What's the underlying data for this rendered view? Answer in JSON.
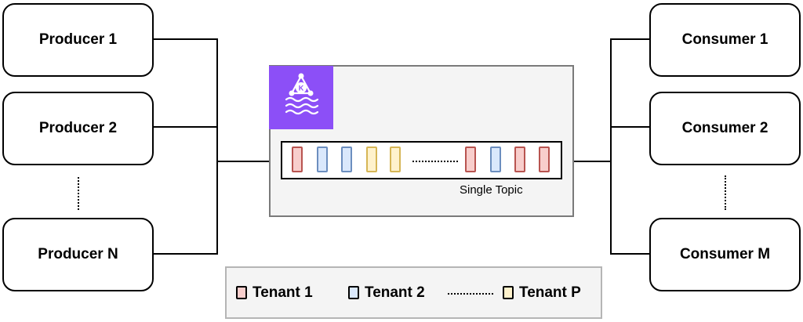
{
  "producers": [
    "Producer 1",
    "Producer 2",
    "Producer N"
  ],
  "consumers": [
    "Consumer 1",
    "Consumer 2",
    "Consumer M"
  ],
  "topic_label": "Single Topic",
  "kafka_icon_letter": "K",
  "messages": [
    "tenant-1",
    "tenant-2",
    "tenant-2",
    "tenant-p",
    "tenant-p",
    "ellipsis",
    "tenant-1",
    "tenant-2",
    "tenant-1",
    "tenant-1"
  ],
  "legend": {
    "tenant1": "Tenant 1",
    "tenant2": "Tenant 2",
    "tenantP": "Tenant P"
  },
  "colors": {
    "tenant1_fill": "#f8cecc",
    "tenant1_stroke": "#b85450",
    "tenant2_fill": "#dae8fc",
    "tenant2_stroke": "#6c8ebf",
    "tenantP_fill": "#fff2cc",
    "tenantP_stroke": "#d6b656",
    "kafka": "#8c4ff7"
  }
}
